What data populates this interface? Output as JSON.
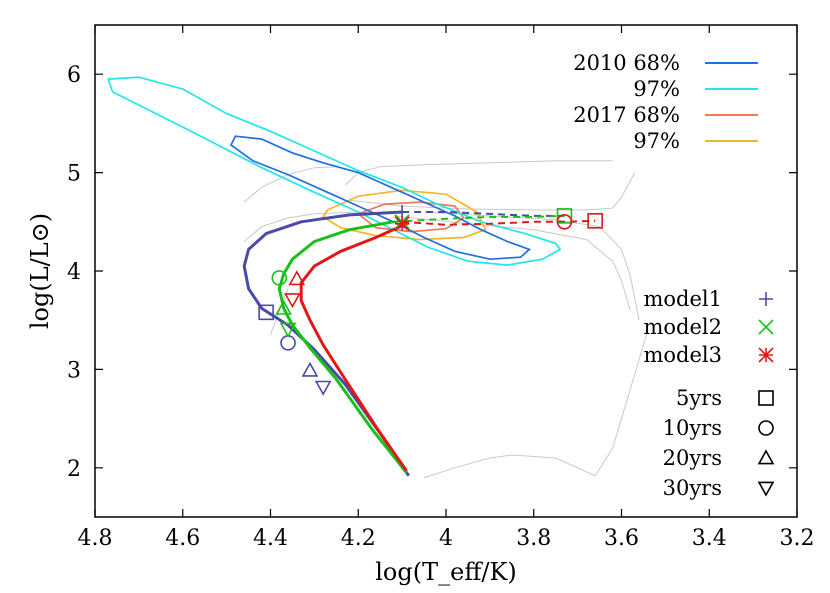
{
  "chart_data": {
    "type": "line",
    "xlabel": "log(T_eff/K)",
    "ylabel": "log(L/L⊙)",
    "xlim": [
      4.8,
      3.2
    ],
    "ylim": [
      1.5,
      6.5
    ],
    "x_ticks": [
      "4.8",
      "4.6",
      "4.4",
      "4.2",
      "4",
      "3.8",
      "3.6",
      "3.4",
      "3.2"
    ],
    "y_ticks": [
      "2",
      "3",
      "4",
      "5",
      "6"
    ],
    "x_tick_values": [
      4.8,
      4.6,
      4.4,
      4.2,
      4.0,
      3.8,
      3.6,
      3.4,
      3.2
    ],
    "y_tick_values": [
      2,
      3,
      4,
      5,
      6
    ],
    "legend_contours": [
      {
        "label": "2010 68%",
        "color": "#1f6fde"
      },
      {
        "label": "97%",
        "color": "#22e6e6"
      },
      {
        "label": "2017 68%",
        "color": "#ef7a5a"
      },
      {
        "label": "97%",
        "color": "#f5b52a"
      }
    ],
    "legend_models": [
      {
        "label": "model1",
        "color": "#4a4aa8",
        "marker": "plus"
      },
      {
        "label": "model2",
        "color": "#18c018",
        "marker": "cross"
      },
      {
        "label": "model3",
        "color": "#e01818",
        "marker": "star"
      }
    ],
    "legend_epochs": [
      {
        "label": "5yrs",
        "marker": "square"
      },
      {
        "label": "10yrs",
        "marker": "circle"
      },
      {
        "label": "20yrs",
        "marker": "triangle-up"
      },
      {
        "label": "30yrs",
        "marker": "triangle-down"
      }
    ],
    "contours": [
      {
        "name": "2017 97%",
        "color": "#f5b52a",
        "points": [
          [
            4.27,
            4.62
          ],
          [
            4.2,
            4.76
          ],
          [
            4.1,
            4.82
          ],
          [
            4.0,
            4.78
          ],
          [
            3.93,
            4.6
          ],
          [
            3.91,
            4.42
          ],
          [
            3.96,
            4.34
          ],
          [
            4.06,
            4.32
          ],
          [
            4.16,
            4.36
          ],
          [
            4.24,
            4.44
          ],
          [
            4.28,
            4.55
          ],
          [
            4.27,
            4.62
          ]
        ]
      },
      {
        "name": "2017 68%",
        "color": "#ef7a5a",
        "points": [
          [
            4.2,
            4.58
          ],
          [
            4.14,
            4.68
          ],
          [
            4.06,
            4.7
          ],
          [
            3.98,
            4.66
          ],
          [
            3.96,
            4.54
          ],
          [
            4.0,
            4.43
          ],
          [
            4.08,
            4.4
          ],
          [
            4.16,
            4.44
          ],
          [
            4.2,
            4.58
          ]
        ]
      },
      {
        "name": "2010 97%",
        "color": "#22e6e6",
        "points": [
          [
            4.77,
            5.95
          ],
          [
            4.7,
            5.97
          ],
          [
            4.6,
            5.85
          ],
          [
            4.5,
            5.6
          ],
          [
            4.4,
            5.42
          ],
          [
            4.3,
            5.22
          ],
          [
            4.2,
            5.02
          ],
          [
            4.1,
            4.85
          ],
          [
            4.02,
            4.68
          ],
          [
            3.92,
            4.5
          ],
          [
            3.82,
            4.38
          ],
          [
            3.75,
            4.28
          ],
          [
            3.74,
            4.22
          ],
          [
            3.78,
            4.12
          ],
          [
            3.86,
            4.06
          ],
          [
            3.95,
            4.1
          ],
          [
            4.04,
            4.24
          ],
          [
            4.12,
            4.42
          ],
          [
            4.2,
            4.6
          ],
          [
            4.3,
            4.8
          ],
          [
            4.42,
            5.05
          ],
          [
            4.55,
            5.35
          ],
          [
            4.67,
            5.62
          ],
          [
            4.76,
            5.82
          ],
          [
            4.77,
            5.95
          ]
        ]
      },
      {
        "name": "2010 68%",
        "color": "#1f6fde",
        "points": [
          [
            4.48,
            5.37
          ],
          [
            4.42,
            5.34
          ],
          [
            4.35,
            5.2
          ],
          [
            4.28,
            5.1
          ],
          [
            4.2,
            5.0
          ],
          [
            4.12,
            4.84
          ],
          [
            4.05,
            4.7
          ],
          [
            3.98,
            4.56
          ],
          [
            3.92,
            4.42
          ],
          [
            3.86,
            4.3
          ],
          [
            3.81,
            4.22
          ],
          [
            3.83,
            4.14
          ],
          [
            3.9,
            4.12
          ],
          [
            3.98,
            4.2
          ],
          [
            4.05,
            4.34
          ],
          [
            4.12,
            4.5
          ],
          [
            4.2,
            4.66
          ],
          [
            4.28,
            4.82
          ],
          [
            4.36,
            4.98
          ],
          [
            4.44,
            5.12
          ],
          [
            4.49,
            5.28
          ],
          [
            4.48,
            5.37
          ]
        ]
      }
    ],
    "background_tracks": [
      [
        [
          4.23,
          4.87
        ],
        [
          4.2,
          5.0
        ],
        [
          4.15,
          5.06
        ],
        [
          4.05,
          5.08
        ],
        [
          3.9,
          5.1
        ],
        [
          3.75,
          5.12
        ],
        [
          3.62,
          5.12
        ]
      ],
      [
        [
          4.46,
          4.7
        ],
        [
          4.42,
          4.85
        ],
        [
          4.36,
          4.98
        ],
        [
          4.3,
          5.05
        ],
        [
          4.25,
          5.06
        ]
      ],
      [
        [
          4.22,
          4.72
        ],
        [
          4.1,
          4.66
        ],
        [
          3.95,
          4.63
        ],
        [
          3.8,
          4.62
        ],
        [
          3.68,
          4.62
        ],
        [
          3.62,
          4.64
        ],
        [
          3.6,
          4.75
        ],
        [
          3.57,
          5.0
        ]
      ],
      [
        [
          4.05,
          4.6
        ],
        [
          3.9,
          4.56
        ],
        [
          3.75,
          4.52
        ],
        [
          3.65,
          4.45
        ],
        [
          3.6,
          4.22
        ],
        [
          3.58,
          3.95
        ],
        [
          3.56,
          3.5
        ]
      ],
      [
        [
          4.12,
          4.56
        ],
        [
          3.95,
          4.48
        ],
        [
          3.8,
          4.42
        ],
        [
          3.68,
          4.32
        ],
        [
          3.62,
          4.1
        ],
        [
          3.6,
          3.9
        ],
        [
          3.58,
          3.6
        ]
      ],
      [
        [
          4.46,
          4.3
        ],
        [
          4.42,
          4.45
        ],
        [
          4.36,
          4.54
        ],
        [
          4.3,
          4.58
        ],
        [
          4.2,
          4.6
        ]
      ],
      [
        [
          4.36,
          3.82
        ],
        [
          4.38,
          3.6
        ],
        [
          4.4,
          3.35
        ]
      ],
      [
        [
          4.05,
          1.9
        ],
        [
          3.98,
          2.0
        ],
        [
          3.9,
          2.1
        ],
        [
          3.85,
          2.13
        ],
        [
          3.75,
          2.1
        ],
        [
          3.7,
          2.0
        ],
        [
          3.66,
          1.92
        ],
        [
          3.62,
          2.2
        ],
        [
          3.58,
          2.8
        ],
        [
          3.56,
          3.1
        ],
        [
          3.54,
          3.4
        ]
      ]
    ],
    "series": [
      {
        "name": "model1",
        "color": "#4a4aa8",
        "points": [
          [
            4.085,
            1.92
          ],
          [
            4.15,
            2.35
          ],
          [
            4.23,
            2.85
          ],
          [
            4.3,
            3.2
          ],
          [
            4.36,
            3.45
          ],
          [
            4.42,
            3.62
          ],
          [
            4.45,
            3.82
          ],
          [
            4.46,
            4.05
          ],
          [
            4.45,
            4.22
          ],
          [
            4.41,
            4.38
          ],
          [
            4.33,
            4.5
          ],
          [
            4.22,
            4.57
          ],
          [
            4.1,
            4.6
          ]
        ],
        "tail": [
          [
            4.1,
            4.6
          ],
          [
            4.0,
            4.6
          ],
          [
            3.9,
            4.58
          ],
          [
            3.8,
            4.56
          ],
          [
            3.73,
            4.56
          ]
        ]
      },
      {
        "name": "model2",
        "color": "#18c018",
        "points": [
          [
            4.09,
            1.95
          ],
          [
            4.17,
            2.4
          ],
          [
            4.25,
            2.9
          ],
          [
            4.31,
            3.22
          ],
          [
            4.35,
            3.45
          ],
          [
            4.37,
            3.62
          ],
          [
            4.38,
            3.82
          ],
          [
            4.37,
            3.97
          ],
          [
            4.35,
            4.12
          ],
          [
            4.3,
            4.3
          ],
          [
            4.22,
            4.42
          ],
          [
            4.12,
            4.5
          ]
        ],
        "tail": [
          [
            4.12,
            4.5
          ],
          [
            4.0,
            4.53
          ],
          [
            3.9,
            4.55
          ],
          [
            3.8,
            4.55
          ],
          [
            3.73,
            4.56
          ]
        ]
      },
      {
        "name": "model3",
        "color": "#e01818",
        "points": [
          [
            4.09,
            1.97
          ],
          [
            4.16,
            2.42
          ],
          [
            4.23,
            2.9
          ],
          [
            4.28,
            3.25
          ],
          [
            4.31,
            3.5
          ],
          [
            4.33,
            3.7
          ],
          [
            4.33,
            3.88
          ],
          [
            4.3,
            4.05
          ],
          [
            4.24,
            4.2
          ],
          [
            4.16,
            4.34
          ],
          [
            4.09,
            4.48
          ],
          [
            4.1,
            4.5
          ]
        ],
        "tail": [
          [
            4.1,
            4.5
          ],
          [
            4.0,
            4.47
          ],
          [
            3.9,
            4.48
          ],
          [
            3.8,
            4.5
          ],
          [
            3.73,
            4.5
          ],
          [
            3.66,
            4.51
          ]
        ]
      }
    ],
    "markers": [
      {
        "series": "model1",
        "type": "plus",
        "x": 4.1,
        "y": 4.6
      },
      {
        "series": "model2",
        "type": "cross",
        "x": 4.1,
        "y": 4.5
      },
      {
        "series": "model3",
        "type": "star",
        "x": 4.1,
        "y": 4.48
      },
      {
        "series": "model1",
        "type": "square",
        "x": 4.41,
        "y": 3.58
      },
      {
        "series": "model1",
        "type": "circle",
        "x": 4.36,
        "y": 3.27
      },
      {
        "series": "model1",
        "type": "triangle-up",
        "x": 4.31,
        "y": 2.99
      },
      {
        "series": "model1",
        "type": "triangle-down",
        "x": 4.28,
        "y": 2.82
      },
      {
        "series": "model2",
        "type": "square",
        "x": 3.73,
        "y": 4.56
      },
      {
        "series": "model2",
        "type": "circle",
        "x": 4.38,
        "y": 3.93
      },
      {
        "series": "model2",
        "type": "triangle-up",
        "x": 4.37,
        "y": 3.62
      },
      {
        "series": "model2",
        "type": "triangle-down",
        "x": 4.36,
        "y": 3.41
      },
      {
        "series": "model3",
        "type": "square",
        "x": 3.66,
        "y": 4.51
      },
      {
        "series": "model3",
        "type": "circle",
        "x": 3.73,
        "y": 4.5
      },
      {
        "series": "model3",
        "type": "triangle-up",
        "x": 4.34,
        "y": 3.92
      },
      {
        "series": "model3",
        "type": "triangle-down",
        "x": 4.35,
        "y": 3.71
      }
    ]
  }
}
